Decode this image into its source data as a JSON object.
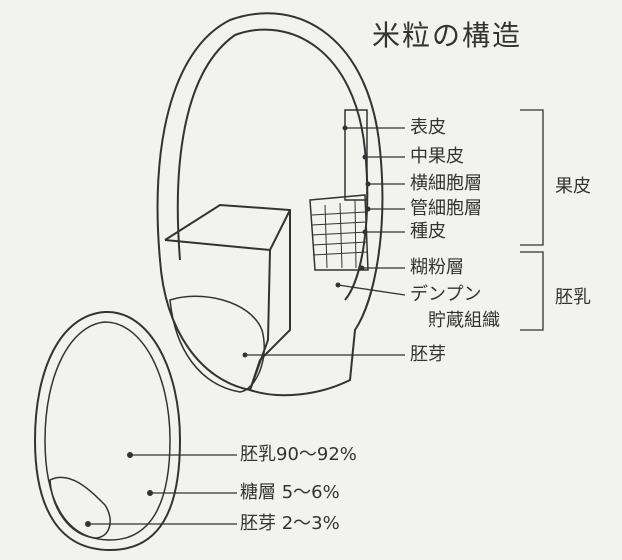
{
  "title": "米粒の構造",
  "layer_labels": {
    "epidermis": "表皮",
    "mesocarp": "中果皮",
    "cross_cells": "横細胞層",
    "tube_cells": "管細胞層",
    "seed_coat": "種皮",
    "aleurone": "糊粉層",
    "starch_1": "デンプン",
    "starch_2": "貯蔵組織",
    "germ": "胚芽"
  },
  "groups": {
    "pericarp": "果皮",
    "endosperm": "胚乳"
  },
  "composition": [
    {
      "label": "胚乳90～92%"
    },
    {
      "label": "糖層 5～6%"
    },
    {
      "label": "胚芽 2～3%"
    }
  ]
}
